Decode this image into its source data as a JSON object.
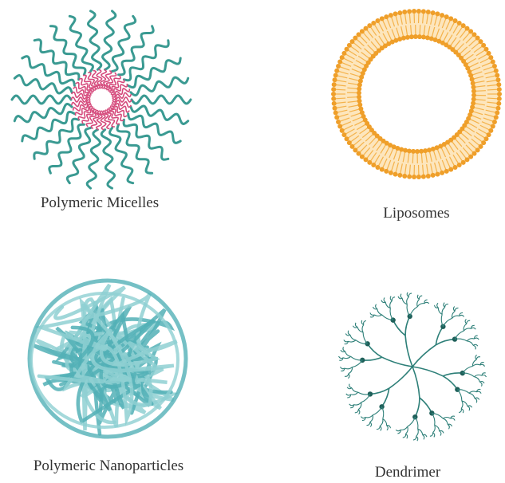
{
  "panels": [
    {
      "label": "Polymeric Micelles",
      "icon": "polymeric-micelle-icon",
      "colors": {
        "tail": "#3a9a92",
        "head": "#d54a7c"
      }
    },
    {
      "label": "Liposomes",
      "icon": "liposome-icon",
      "colors": {
        "lipid": "#f4b24b",
        "head": "#ef9f2a"
      }
    },
    {
      "label": "Polymeric Nanoparticles",
      "icon": "polymeric-nanoparticle-icon",
      "colors": {
        "strand": "#52b0b6",
        "strand_light": "#8fd0d2"
      }
    },
    {
      "label": "Dendrimer",
      "icon": "dendrimer-icon",
      "colors": {
        "branch": "#2d7f78",
        "node": "#1f5f59"
      }
    }
  ]
}
